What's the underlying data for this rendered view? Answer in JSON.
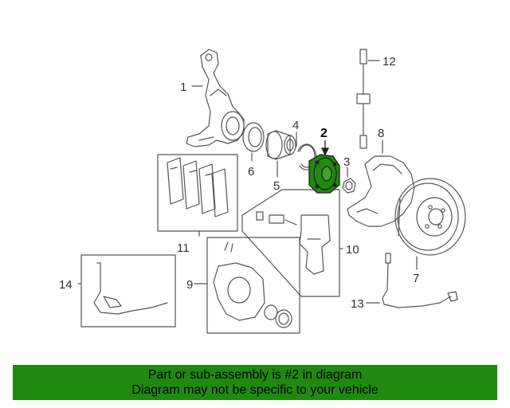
{
  "callouts": {
    "c1": "1",
    "c2": "2",
    "c3": "3",
    "c4": "4",
    "c5": "5",
    "c6": "6",
    "c7": "7",
    "c8": "8",
    "c9": "9",
    "c10": "10",
    "c11": "11",
    "c12": "12",
    "c13": "13",
    "c14": "14"
  },
  "banner": {
    "line1": "Part or sub-assembly is #2 in diagram",
    "line2": "Diagram may not be specific to your vehicle"
  },
  "colors": {
    "highlight_part": "#1f8a0f",
    "banner_background": "#1f8a0f",
    "line_art": "#555555"
  }
}
